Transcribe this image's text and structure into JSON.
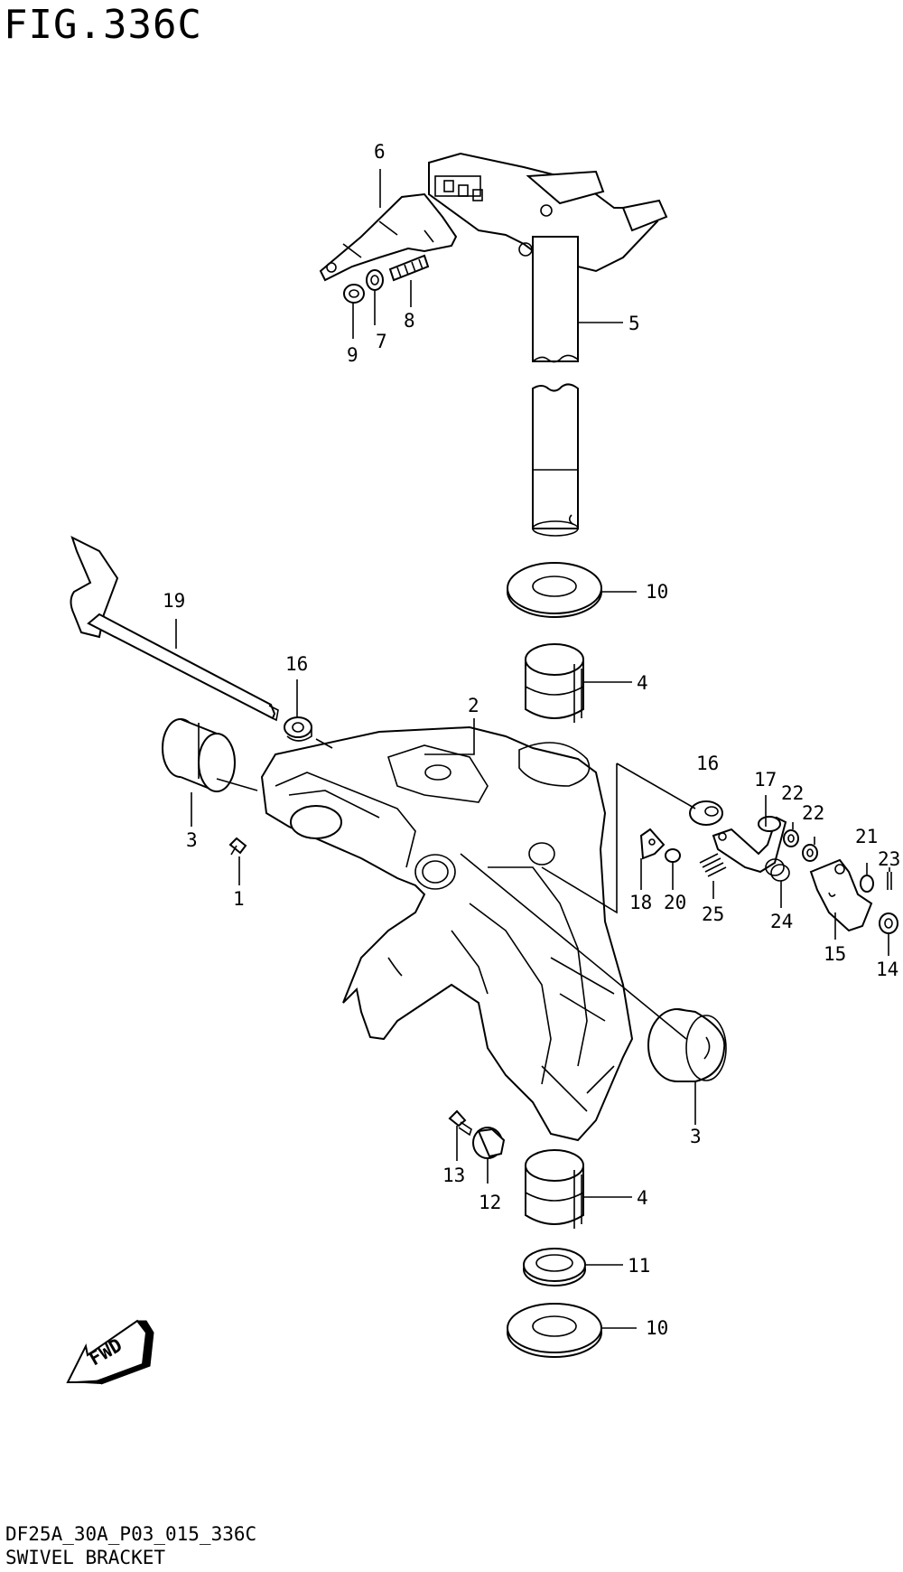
{
  "figure": {
    "title": "FIG.336C",
    "code": "DF25A_30A_P03_015_336C",
    "name": "SWIVEL BRACKET",
    "fwd_label": "FWD"
  },
  "callouts": [
    {
      "id": "c6",
      "label": "6"
    },
    {
      "id": "c9",
      "label": "9"
    },
    {
      "id": "c7",
      "label": "7"
    },
    {
      "id": "c8",
      "label": "8"
    },
    {
      "id": "c5",
      "label": "5"
    },
    {
      "id": "c10a",
      "label": "10"
    },
    {
      "id": "c4a",
      "label": "4"
    },
    {
      "id": "c19",
      "label": "19"
    },
    {
      "id": "c16a",
      "label": "16"
    },
    {
      "id": "c2",
      "label": "2"
    },
    {
      "id": "c3a",
      "label": "3"
    },
    {
      "id": "c1",
      "label": "1"
    },
    {
      "id": "c16b",
      "label": "16"
    },
    {
      "id": "c17",
      "label": "17"
    },
    {
      "id": "c22a",
      "label": "22"
    },
    {
      "id": "c22b",
      "label": "22"
    },
    {
      "id": "c21",
      "label": "21"
    },
    {
      "id": "c23",
      "label": "23"
    },
    {
      "id": "c18",
      "label": "18"
    },
    {
      "id": "c20",
      "label": "20"
    },
    {
      "id": "c25",
      "label": "25"
    },
    {
      "id": "c24",
      "label": "24"
    },
    {
      "id": "c15",
      "label": "15"
    },
    {
      "id": "c14",
      "label": "14"
    },
    {
      "id": "c3b",
      "label": "3"
    },
    {
      "id": "c13",
      "label": "13"
    },
    {
      "id": "c12",
      "label": "12"
    },
    {
      "id": "c4b",
      "label": "4"
    },
    {
      "id": "c11",
      "label": "11"
    },
    {
      "id": "c10b",
      "label": "10"
    }
  ]
}
